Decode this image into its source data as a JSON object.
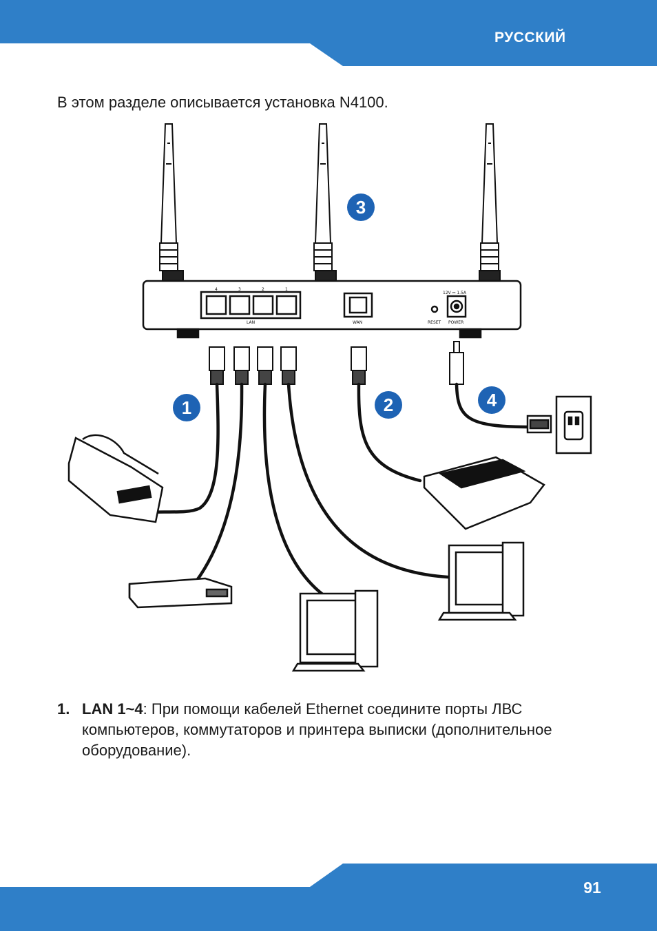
{
  "header": {
    "language": "РУССКИЙ"
  },
  "intro": "В этом разделе описывается установка N4100.",
  "figure": {
    "callouts": [
      "1",
      "2",
      "3",
      "4"
    ],
    "router_port_labels": {
      "lan_numbers": [
        "4",
        "3",
        "2",
        "1"
      ],
      "lan": "LAN",
      "wan": "WAN",
      "reset": "RESET",
      "power_rating": "12V ⎓ 1.5A",
      "power": "POWER"
    }
  },
  "steps": [
    {
      "number": "1.",
      "term": "LAN 1~4",
      "text": ": При помощи кабелей Ethernet соедините порты ЛВС компьютеров, коммутаторов и принтера выписки (дополнительное оборудование)."
    }
  ],
  "footer": {
    "page_number": "91"
  },
  "colors": {
    "brand_blue": "#2f7fc8",
    "callout_blue": "#1e63b4",
    "line": "#111111"
  }
}
